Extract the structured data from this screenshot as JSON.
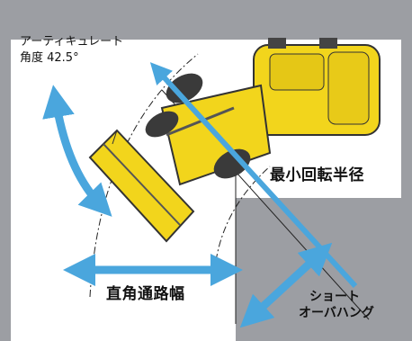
{
  "labels": {
    "articulate_line1": "アーティキュレート",
    "articulate_line2": "角度 42.5°",
    "min_radius": "最小回転半径",
    "corridor_width": "直角通路幅",
    "short_overhang_line1": "ショート",
    "short_overhang_line2": "オーバハング"
  },
  "colors": {
    "background_gray": "#9c9ea3",
    "floor_white": "#ffffff",
    "machine_yellow": "#f2d51c",
    "machine_dark": "#3a3a3a",
    "arrow_blue": "#4aa6dd",
    "guide_line": "#222222"
  },
  "icons": [
    "articulation-arc-arrow",
    "corridor-width-arrow",
    "overhang-arrow",
    "center-line-arrow"
  ]
}
